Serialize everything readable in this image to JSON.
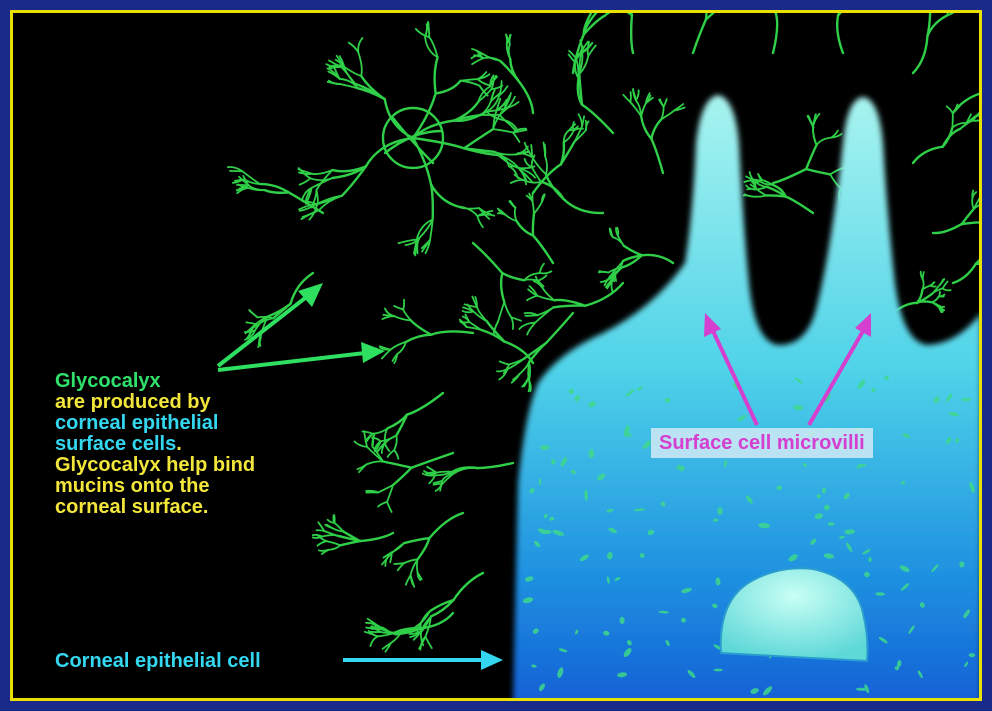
{
  "description": {
    "line1": "Glycocalyx",
    "line2": "are produced by",
    "line3_part1": "corneal epithelial",
    "line4_part1": "surface cells",
    "line4_part2": ".",
    "line5": "Glycocalyx help bind",
    "line6": "mucins onto the",
    "line7": "corneal surface."
  },
  "labels": {
    "microvilli": "Surface cell microvilli",
    "epithelial_cell": "Corneal epithelial cell"
  },
  "colors": {
    "glycocalyx": "#2fe06a",
    "highlight_yellow": "#f2e63a",
    "cyan_text": "#33d7f0",
    "microvilli_label": "#d43fd0",
    "frame_border": "#e8e000",
    "outer_frame": "#1a2a8a"
  },
  "icons": [
    "glycocalyx-branch-icon",
    "arrow-icon"
  ]
}
